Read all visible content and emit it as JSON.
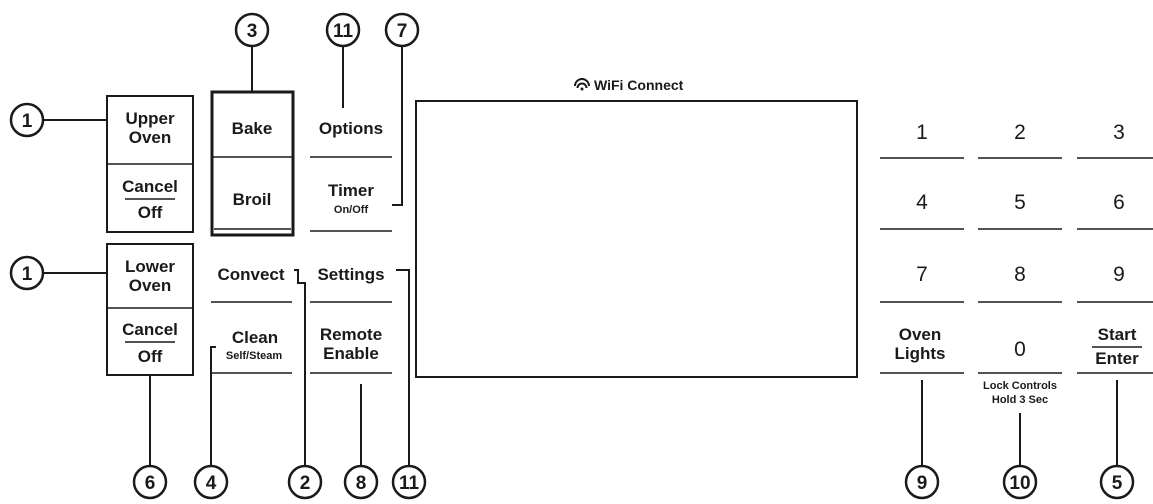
{
  "wifi": {
    "label": "WiFi Connect",
    "icon": "wifi-icon"
  },
  "upper_oven": {
    "label_1": "Upper",
    "label_2": "Oven",
    "cancel": "Cancel",
    "off": "Off"
  },
  "lower_oven": {
    "label_1": "Lower",
    "label_2": "Oven",
    "cancel": "Cancel",
    "off": "Off"
  },
  "bake": "Bake",
  "broil": "Broil",
  "options": "Options",
  "timer": {
    "label": "Timer",
    "sub": "On/Off"
  },
  "convect": "Convect",
  "settings": "Settings",
  "clean": {
    "label": "Clean",
    "sub": "Self/Steam"
  },
  "remote": {
    "label_1": "Remote",
    "label_2": "Enable"
  },
  "keypad": {
    "k1": "1",
    "k2": "2",
    "k3": "3",
    "k4": "4",
    "k5": "5",
    "k6": "6",
    "k7": "7",
    "k8": "8",
    "k9": "9",
    "k0": "0",
    "oven_lights_1": "Oven",
    "oven_lights_2": "Lights",
    "start": "Start",
    "enter": "Enter",
    "lock_1": "Lock Controls",
    "lock_2": "Hold 3 Sec"
  },
  "callouts": {
    "c1_upper": "1",
    "c1_lower": "1",
    "c3_top": "3",
    "c11_top": "11",
    "c7_top": "7",
    "c6": "6",
    "c4": "4",
    "c2": "2",
    "c8": "8",
    "c11_bottom": "11",
    "c9": "9",
    "c10": "10",
    "c5": "5"
  }
}
